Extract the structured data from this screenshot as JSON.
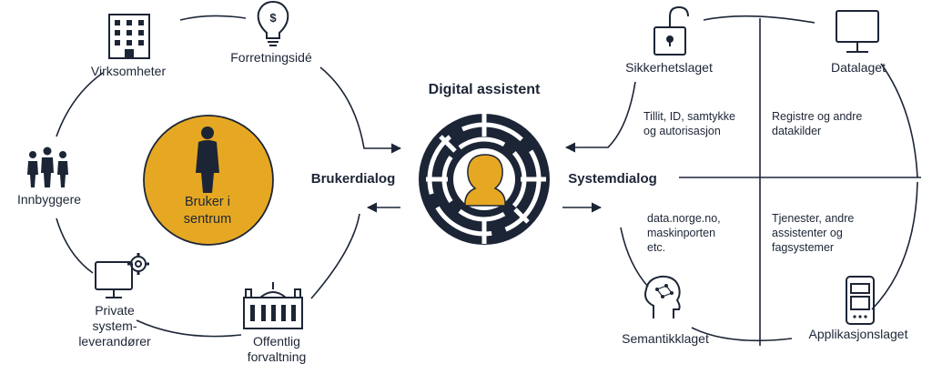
{
  "center": {
    "title": "Digital assistent",
    "left_label": "Brukerdialog",
    "right_label": "Systemdialog"
  },
  "left_circle": {
    "nodes": {
      "virksomheter": "Virksomheter",
      "forretningside": "Forretningsidé",
      "innbyggere": "Innbyggere",
      "private": [
        "Private",
        "system-",
        "leverandører"
      ],
      "offentlig": [
        "Offentlig",
        "forvaltning"
      ]
    },
    "user_label": [
      "Bruker i",
      "sentrum"
    ]
  },
  "right_circle": {
    "layers": {
      "sikkerhet": "Sikkerhetslaget",
      "data": "Datalaget",
      "semantikk": "Semantikklaget",
      "applikasjon": "Applikasjonslaget"
    },
    "quadrants": {
      "top_left": [
        "Tillit, ID, samtykke",
        "og autorisasjon"
      ],
      "top_right": [
        "Registre og andre",
        "datakilder"
      ],
      "bottom_left": [
        "data.norge.no,",
        "maskinporten",
        "etc."
      ],
      "bottom_right": [
        "Tjenester, andre",
        "assistenter og",
        "fagsystemer"
      ]
    }
  },
  "icons": {
    "virksomheter": "office-building-icon",
    "forretningside": "lightbulb-dollar-icon",
    "innbyggere": "people-group-icon",
    "private": "monitor-gear-icon",
    "offentlig": "government-building-icon",
    "bruker": "person-icon",
    "assistent": "maze-head-icon",
    "sikkerhet": "padlock-icon",
    "data": "monitor-icon",
    "semantikk": "head-network-icon",
    "applikasjon": "mobile-phone-icon"
  },
  "colors": {
    "navy": "#1c2536",
    "gold": "#e6a823",
    "white": "#ffffff"
  }
}
